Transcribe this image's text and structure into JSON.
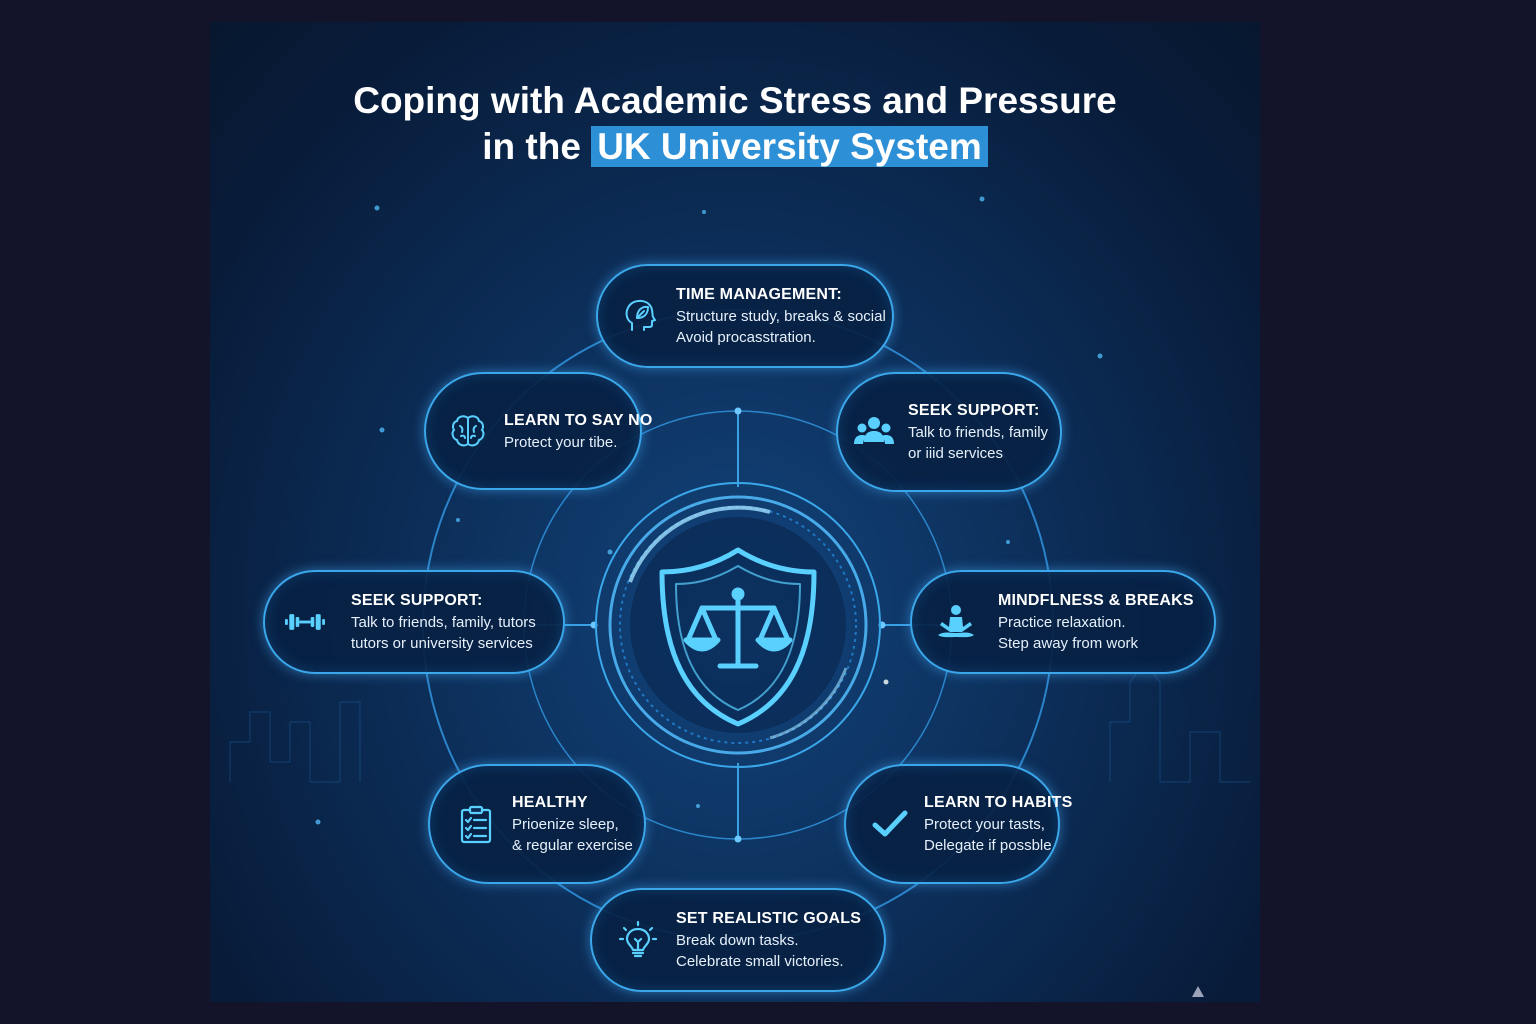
{
  "title": {
    "line1": "Coping with Academic Stress and Pressure",
    "line2_prefix": "in the",
    "line2_highlight": "UK University System"
  },
  "colors": {
    "page_background": "#13132a",
    "panel_background": "#0c2d57",
    "accent": "#3aa7ea",
    "highlight": "#2d8fd5",
    "text": "#ffffff"
  },
  "center": {
    "icon": "shield-scales-icon"
  },
  "nodes": {
    "time_management": {
      "icon": "head-leaf-icon",
      "heading": "TIME MANAGEMENT:",
      "line1": "Structure study, breaks & social",
      "line2": "Avoid procasstration."
    },
    "learn_to_say_no": {
      "icon": "brain-icon",
      "heading": "LEARN TO SAY NO",
      "line1": "Protect your tibe."
    },
    "seek_support_right": {
      "icon": "people-group-icon",
      "heading": "SEEK SUPPORT:",
      "line1": "Talk to friends, family",
      "line2": "or iiid services"
    },
    "seek_support_left": {
      "icon": "dumbbell-icon",
      "heading": "SEEK SUPPORT:",
      "line1": "Talk to friends, family, tutors",
      "line2": "tutors or university services"
    },
    "mindfulness": {
      "icon": "meditation-icon",
      "heading": "MINDFLNESS & BREAKS",
      "line1": "Practice relaxation.",
      "line2": "Step away from work"
    },
    "healthy": {
      "icon": "checklist-icon",
      "heading": "HEALTHY",
      "line1": "Prioenize sleep,",
      "line2": "& regular exercise"
    },
    "learn_to_habits": {
      "icon": "checkmark-icon",
      "heading": "LEARN TO HABITS",
      "line1": "Protect your tasts,",
      "line2": "Delegate if possble"
    },
    "set_realistic_goals": {
      "icon": "lightbulb-icon",
      "heading": "SET REALISTIC GOALS",
      "line1": "Break down tasks.",
      "line2": "Celebrate small victories."
    }
  }
}
